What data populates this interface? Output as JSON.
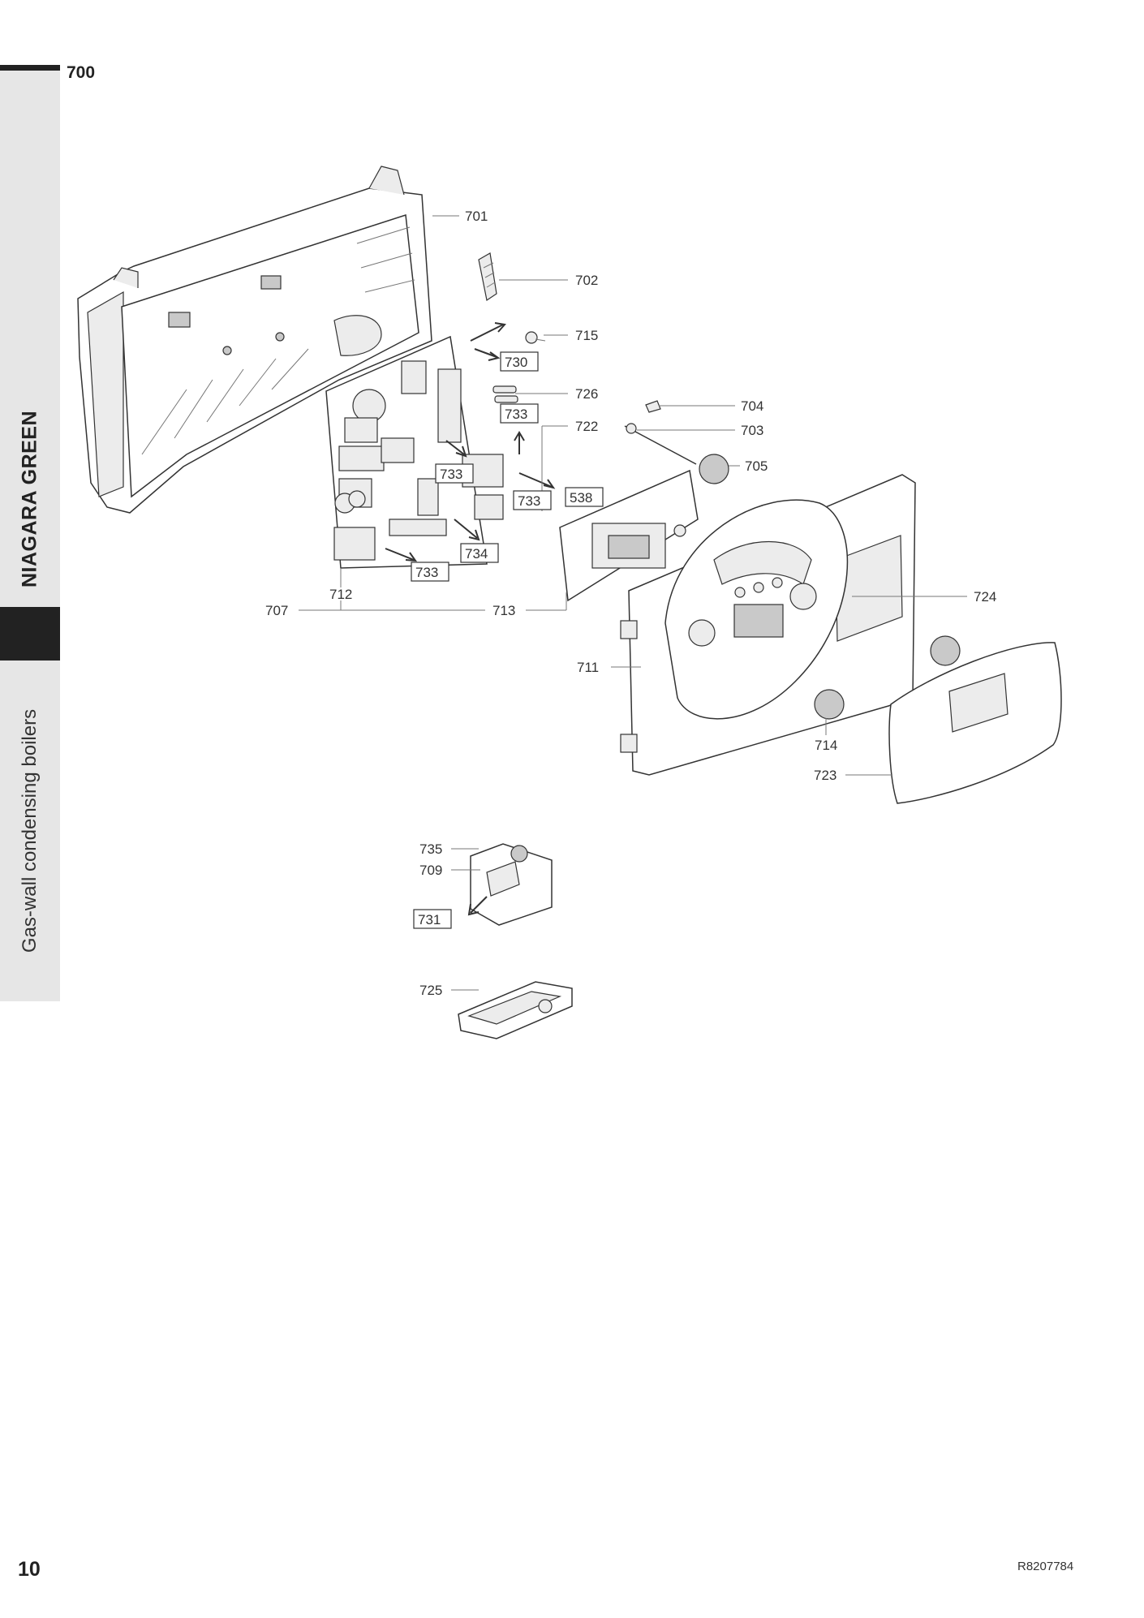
{
  "section": {
    "number": "700",
    "title": "NIAGARA GREEN",
    "subtitle": "Gas-wall condensing boilers"
  },
  "footer": {
    "page_number": "10",
    "doc_ref": "R8207784"
  },
  "colors": {
    "sidebar_light": "#e6e6e6",
    "sidebar_dark": "#222222",
    "line": "#333333"
  },
  "labels": {
    "p701": "701",
    "p702": "702",
    "p715": "715",
    "p730": "730",
    "p726": "726",
    "p704": "704",
    "p733a": "733",
    "p722": "722",
    "p703": "703",
    "p705": "705",
    "p733b": "733",
    "p538": "538",
    "p733c": "733",
    "p734": "734",
    "p733d": "733",
    "p712": "712",
    "p707": "707",
    "p713": "713",
    "p724": "724",
    "p711": "711",
    "p714": "714",
    "p723": "723",
    "p735": "735",
    "p709": "709",
    "p731": "731",
    "p725": "725"
  }
}
